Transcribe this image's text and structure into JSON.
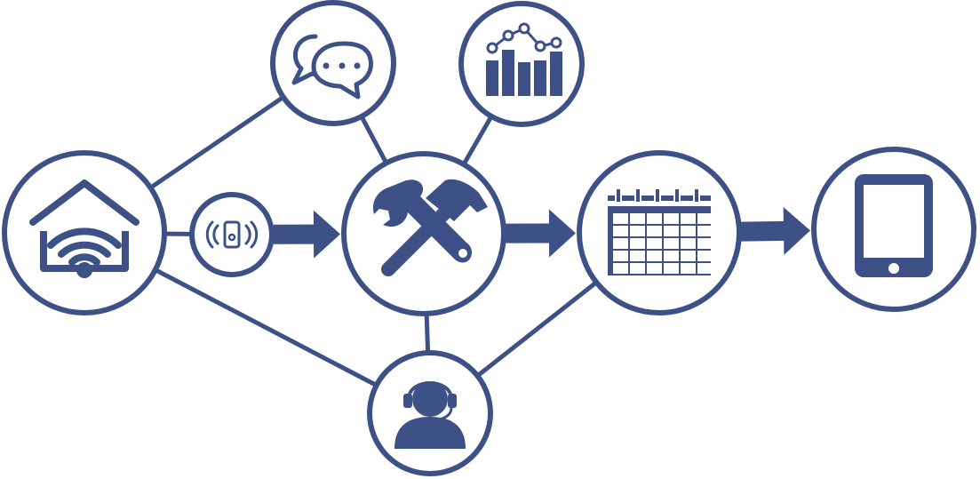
{
  "colors": {
    "primary": "#3d5187",
    "background": "#ffffff"
  },
  "nodes": [
    {
      "id": "smart-home",
      "icon": "smart-home-wifi-icon"
    },
    {
      "id": "sensor",
      "icon": "vibration-sensor-icon"
    },
    {
      "id": "chat",
      "icon": "chat-bubbles-icon"
    },
    {
      "id": "analytics",
      "icon": "bar-line-chart-icon"
    },
    {
      "id": "tools",
      "icon": "wrench-hammer-icon"
    },
    {
      "id": "calendar",
      "icon": "calendar-icon"
    },
    {
      "id": "tablet",
      "icon": "tablet-icon"
    },
    {
      "id": "support",
      "icon": "support-agent-headset-icon"
    }
  ],
  "connections": [
    {
      "from": "smart-home",
      "to": "sensor",
      "kind": "line"
    },
    {
      "from": "smart-home",
      "to": "chat",
      "kind": "line"
    },
    {
      "from": "smart-home",
      "to": "support",
      "kind": "line"
    },
    {
      "from": "chat",
      "to": "tools",
      "kind": "line"
    },
    {
      "from": "analytics",
      "to": "tools",
      "kind": "line"
    },
    {
      "from": "tools",
      "to": "support",
      "kind": "line"
    },
    {
      "from": "calendar",
      "to": "support",
      "kind": "line"
    },
    {
      "from": "sensor",
      "to": "tools",
      "kind": "arrow"
    },
    {
      "from": "tools",
      "to": "calendar",
      "kind": "arrow"
    },
    {
      "from": "calendar",
      "to": "tablet",
      "kind": "arrow"
    }
  ]
}
